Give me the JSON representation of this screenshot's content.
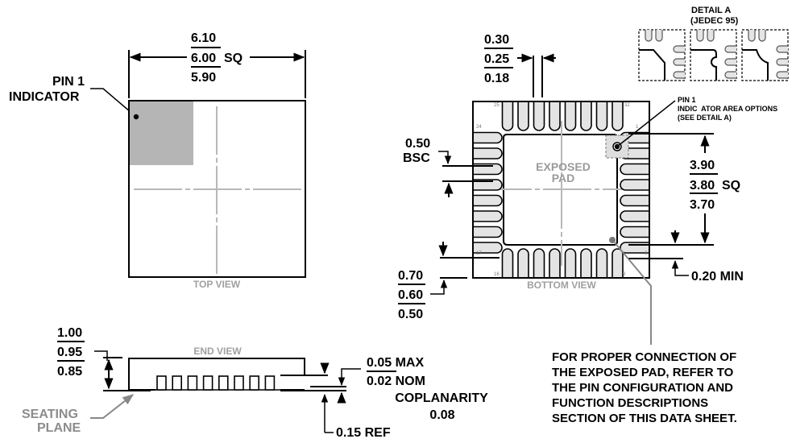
{
  "top_view": {
    "label": "TOP VIEW",
    "body_dim": {
      "max": "6.10",
      "nom": "6.00",
      "min": "5.90",
      "suffix": "SQ"
    },
    "pin1_label_line1": "PIN 1",
    "pin1_label_line2": "INDICATOR"
  },
  "bottom_view": {
    "label": "BOTTOM VIEW",
    "pad_label_line1": "EXPOSED",
    "pad_label_line2": "PAD",
    "pin_width_dim": {
      "max": "0.30",
      "nom": "0.25",
      "min": "0.18"
    },
    "pitch_dim": {
      "value": "0.50",
      "suffix": "BSC"
    },
    "pin_length_dim": {
      "max": "0.70",
      "nom": "0.60",
      "min": "0.50"
    },
    "pad_dim": {
      "max": "3.90",
      "nom": "3.80",
      "min": "3.70",
      "suffix": "SQ"
    },
    "pad_clearance_dim": "0.20 MIN",
    "pin1_area_line1": "PIN 1",
    "pin1_area_line2": "INDIC  ATOR AREA OPTIONS",
    "pin1_area_line3": "(SEE DETAIL A)",
    "pin_numbers": {
      "p1": "1",
      "p8": "8",
      "p9": "9",
      "p16": "16",
      "p17": "17",
      "p24": "24",
      "p25": "25",
      "p32": "32"
    },
    "pins_per_side": 8
  },
  "detail_a": {
    "title_line1": "DETAIL A",
    "title_line2": "(JEDEC 95)",
    "variants": [
      "chamfer",
      "notch",
      "radius"
    ]
  },
  "end_view": {
    "label": "END VIEW",
    "height_dim": {
      "max": "1.00",
      "nom": "0.95",
      "min": "0.85"
    },
    "standoff_dim": {
      "max": "0.05 MAX",
      "nom": "0.02 NOM"
    },
    "coplanarity_label": "COPLANARITY",
    "coplanarity_value": "0.08",
    "lead_thickness_dim": "0.15 REF",
    "seating_plane_line1": "SEATING",
    "seating_plane_line2": "PLANE",
    "lead_count": 8
  },
  "note": {
    "lines": [
      "FOR PROPER CONNECTION OF",
      "THE EXPOSED PAD, REFER TO",
      "THE PIN CONFIGURATION AND",
      "FUNCTION DESCRIPTIONS",
      "SECTION OF THIS DATA SHEET."
    ]
  }
}
